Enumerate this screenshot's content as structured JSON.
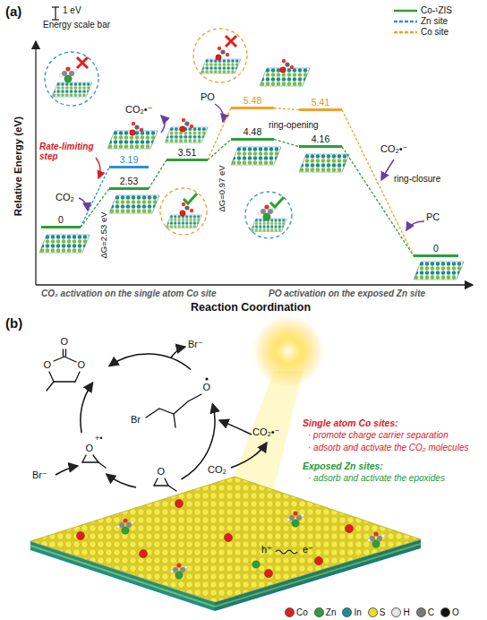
{
  "diagram": {
    "nodes": [
      {
        "text": [
          "0"
        ]
      },
      {
        "text": [
          "3.19"
        ]
      },
      {
        "text": [
          "2.53"
        ]
      },
      {
        "text": [
          "3.51"
        ]
      },
      {
        "text": [
          "5.48"
        ]
      },
      {
        "text": [
          "4.48"
        ]
      },
      {
        "text": [
          "5.41"
        ]
      },
      {
        "text": [
          "4.16"
        ]
      },
      {
        "text": [
          "0"
        ]
      }
    ],
    "edges": [
      {
        "from": 0,
        "to": 2,
        "arrow": "none"
      },
      {
        "from": 0,
        "to": 1,
        "arrow": "none"
      },
      {
        "from": 2,
        "to": 3,
        "arrow": "none"
      },
      {
        "from": 3,
        "to": 5,
        "arrow": "none"
      },
      {
        "from": 3,
        "to": 4,
        "arrow": "none"
      },
      {
        "from": 5,
        "to": 7,
        "arrow": "none"
      },
      {
        "from": 4,
        "to": 6,
        "arrow": "none"
      },
      {
        "from": 7,
        "to": 8,
        "arrow": "none"
      },
      {
        "from": 6,
        "to": 8,
        "arrow": "none"
      }
    ],
    "labels": [
      "(a)",
      "1 eV",
      "Energy scale bar",
      "Rate-limiting step",
      "CO₂",
      "ΔG=2.53 eV",
      "CO₂•⁻",
      "PO",
      "ΔG=0.97 eV",
      "ring-opening",
      "CO₂•⁻",
      "ring-closure",
      "PC",
      "Relative Energy (eV)",
      "CO₂ activation on the single atom Co site",
      "PO activation on the exposed Zn site",
      "Reaction Coordination",
      "(b)",
      "O",
      "O",
      "O",
      "Br⁻",
      "O",
      "Br",
      "CO₂•⁻",
      "+•",
      "O",
      "Br⁻",
      "O",
      "CO₂",
      "h⁺",
      "e⁻",
      "Single atom Co sites:",
      "· promote charge carrier separation",
      "· adsorb and activate the CO₂ molecules",
      "Exposed Zn sites:",
      "· adsorb and activate the epoxides"
    ],
    "legend": [
      {
        "text": "Co-¹ZIS"
      },
      {
        "text": "Zn site"
      },
      {
        "text": "Co site"
      },
      {
        "text": "Co",
        "color": "#e0201c"
      },
      {
        "text": "Zn",
        "color": "#2e9e3a"
      },
      {
        "text": "In",
        "color": "#1d8c98"
      },
      {
        "text": "S",
        "color": "#e9dc2c"
      },
      {
        "text": "H",
        "color": "#e6e6e6"
      },
      {
        "text": "C",
        "color": "#7a7a7a"
      },
      {
        "text": "O",
        "color": "#111111"
      }
    ]
  }
}
